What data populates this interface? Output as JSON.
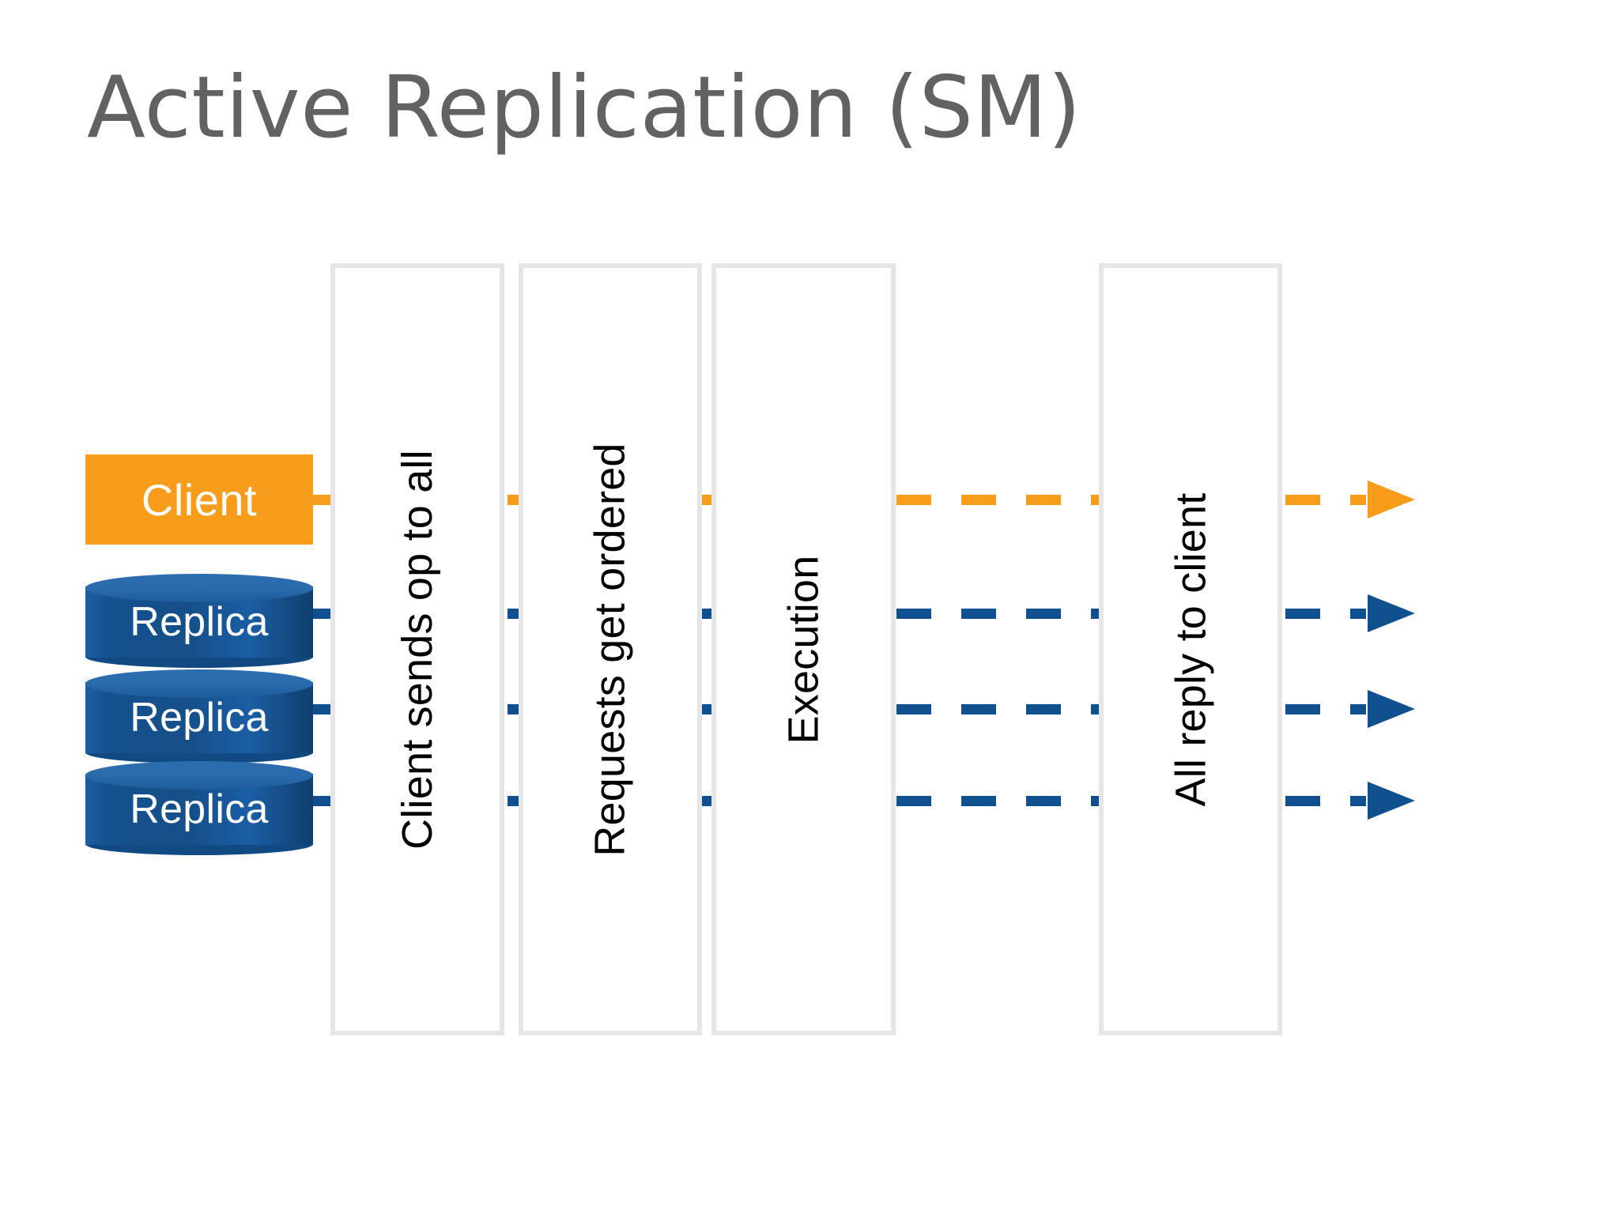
{
  "slide": {
    "title": "Active Replication (SM)",
    "title_color": "#626262",
    "background": "#ffffff"
  },
  "colors": {
    "client_orange": "#f89c1c",
    "replica_blue": "#14518e",
    "message_blue": "#11508f",
    "panel_border": "#e6e6e6",
    "panel_fill": "#ffffff"
  },
  "actors": [
    {
      "id": "client",
      "label": "Client",
      "shape": "rectangle",
      "color": "#f89c1c"
    },
    {
      "id": "replica1",
      "label": "Replica",
      "shape": "cylinder",
      "color": "#14518e"
    },
    {
      "id": "replica2",
      "label": "Replica",
      "shape": "cylinder",
      "color": "#14518e"
    },
    {
      "id": "replica3",
      "label": "Replica",
      "shape": "cylinder",
      "color": "#14518e"
    }
  ],
  "stages": [
    {
      "id": "send",
      "label": "Client sends op to all"
    },
    {
      "id": "order",
      "label": "Requests get ordered"
    },
    {
      "id": "execute",
      "label": "Execution"
    },
    {
      "id": "reply",
      "label": "All reply to client"
    }
  ],
  "timelines": [
    {
      "id": "client-timeline",
      "actor": "client",
      "style": "dashed",
      "color": "#f89c1c",
      "arrow": "right"
    },
    {
      "id": "replica1-timeline",
      "actor": "replica1",
      "style": "dashed",
      "color": "#11508f",
      "arrow": "right"
    },
    {
      "id": "replica2-timeline",
      "actor": "replica2",
      "style": "dashed",
      "color": "#11508f",
      "arrow": "right"
    },
    {
      "id": "replica3-timeline",
      "actor": "replica3",
      "style": "dashed",
      "color": "#11508f",
      "arrow": "right"
    }
  ]
}
